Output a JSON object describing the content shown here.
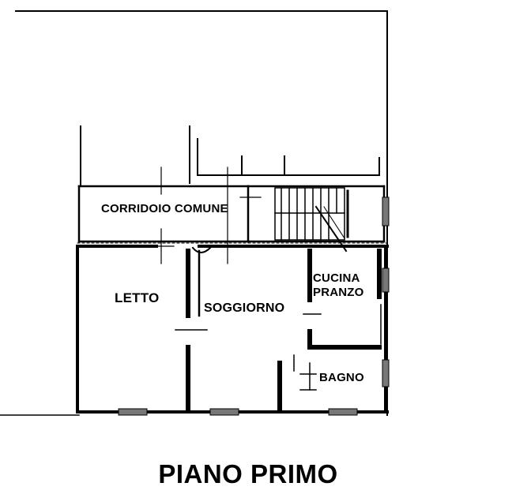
{
  "plan": {
    "title": "PIANO PRIMO",
    "rooms": {
      "corridoio": "CORRIDOIO COMUNE",
      "letto": "LETTO",
      "soggiorno": "SOGGIORNO",
      "cucina_line1": "CUCINA",
      "cucina_line2": "PRANZO",
      "bagno": "BAGNO"
    }
  },
  "colors": {
    "ink": "#000000",
    "window_fill": "#777777",
    "background": "#ffffff"
  }
}
